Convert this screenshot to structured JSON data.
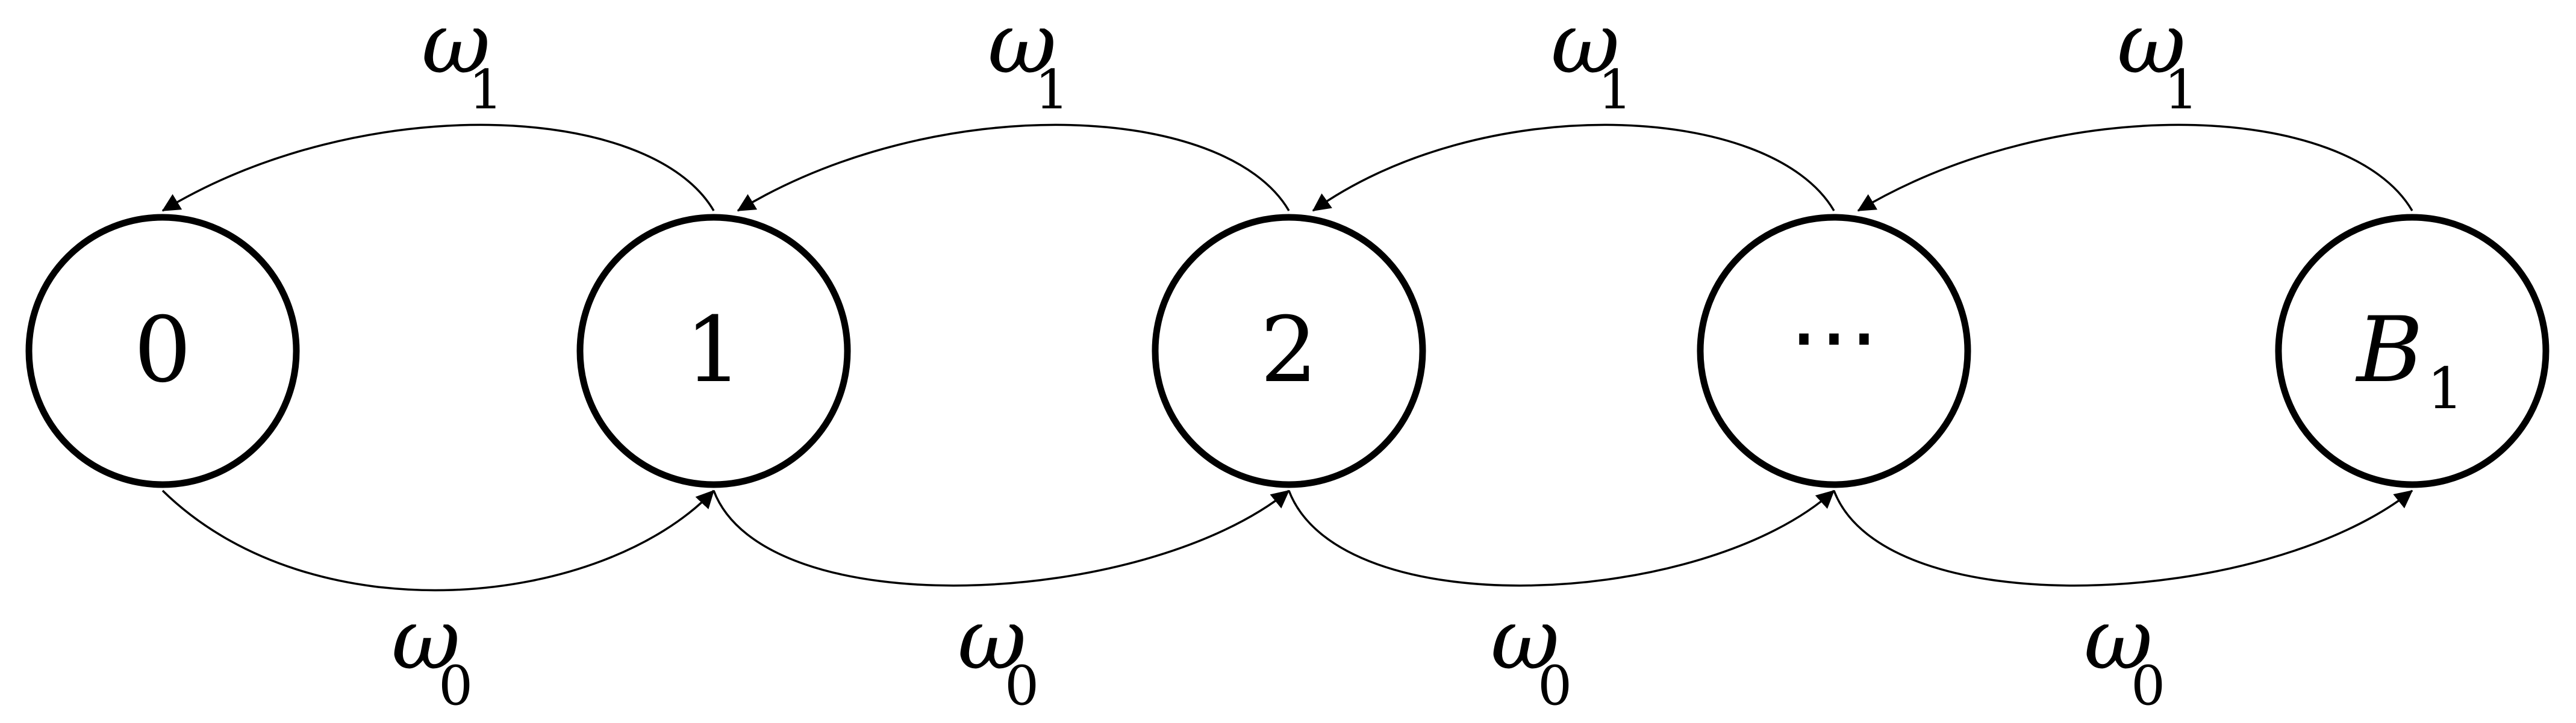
{
  "diagram": {
    "nodes": [
      {
        "id": "0",
        "label": "0",
        "subscript": ""
      },
      {
        "id": "1",
        "label": "1",
        "subscript": ""
      },
      {
        "id": "2",
        "label": "2",
        "subscript": ""
      },
      {
        "id": "dots",
        "label": "⋯",
        "subscript": ""
      },
      {
        "id": "B1",
        "label": "B",
        "subscript": "1"
      }
    ],
    "edges": {
      "backward": [
        {
          "from": "1",
          "to": "0",
          "symbol": "ω",
          "subscript": "1"
        },
        {
          "from": "2",
          "to": "1",
          "symbol": "ω",
          "subscript": "1"
        },
        {
          "from": "dots",
          "to": "2",
          "symbol": "ω",
          "subscript": "1"
        },
        {
          "from": "B1",
          "to": "dots",
          "symbol": "ω",
          "subscript": "1"
        }
      ],
      "forward": [
        {
          "from": "0",
          "to": "1",
          "symbol": "ω",
          "subscript": "0"
        },
        {
          "from": "1",
          "to": "2",
          "symbol": "ω",
          "subscript": "0"
        },
        {
          "from": "2",
          "to": "dots",
          "symbol": "ω",
          "subscript": "0"
        },
        {
          "from": "dots",
          "to": "B1",
          "symbol": "ω",
          "subscript": "0"
        }
      ]
    }
  }
}
